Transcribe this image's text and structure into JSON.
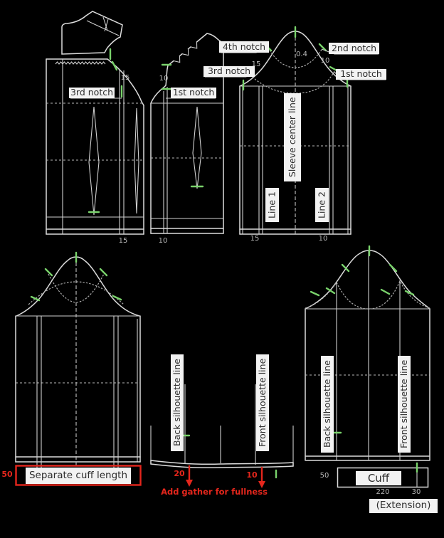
{
  "colors": {
    "background": "#000000",
    "pattern_line": "#dcdcdc",
    "guide_line": "#a9a9a9",
    "notch_mark": "#79d26b",
    "annotation_red": "#e4261c",
    "label_chip_bg": "#f2f2f2",
    "label_chip_text": "#2e2e2e",
    "number_text": "#b9b9b9"
  },
  "labels": {
    "bodice_back_notch": "3rd notch",
    "bodice_front_notch": "1st notch",
    "sleeve_notch_4th": "4th notch",
    "sleeve_notch_2nd": "2nd notch",
    "sleeve_notch_3rd": "3rd notch",
    "sleeve_notch_1st": "1st notch",
    "sleeve_center_line": "Sleeve center line",
    "line_1": "Line 1",
    "line_2": "Line 2",
    "separate_cuff_length": "Separate cuff length",
    "back_silhouette_line": "Back silhouette line",
    "front_silhouette_line": "Front silhouette line",
    "cuff": "Cuff",
    "extension": "(Extension)",
    "add_gather": "Add gather for fullness"
  },
  "measurements": {
    "back_armhole_ease": "15",
    "front_armhole_ease": "10",
    "back_bodice_hem": "15",
    "front_bodice_hem": "10",
    "cap_back": "15",
    "cap_center": "0.4",
    "cap_front": "10",
    "sleeve_hem_back": "15",
    "sleeve_hem_front": "10",
    "cuff_width": "50",
    "cuff_length": "220",
    "cuff_extension": "30",
    "separate_cuff_width": "50",
    "gather_back": "20",
    "gather_front": "10"
  }
}
